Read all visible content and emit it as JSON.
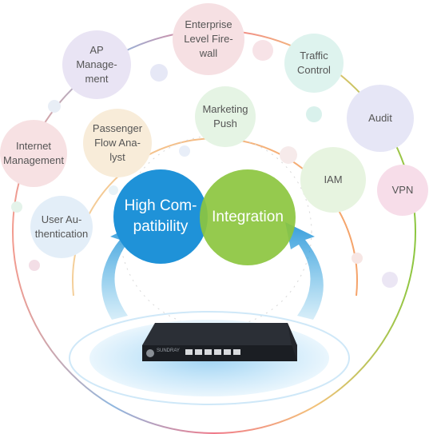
{
  "center": {
    "left_label": "High Com-\npatibility",
    "right_label": "Integration",
    "colors": {
      "left": "#1f92d8",
      "right": "#8cc63f"
    }
  },
  "features": {
    "enterprise_firewall": "Enterprise Level Fire-wall",
    "ap_management": "AP Manage-ment",
    "traffic_control": "Traffic Control",
    "audit": "Audit",
    "internet_management": "Internet Management",
    "passenger_flow": "Passenger Flow Ana-lyst",
    "marketing_push": "Marketing Push",
    "iam": "IAM",
    "vpn": "VPN",
    "user_authentication": "User Au-thentication"
  },
  "device": {
    "brand": "SUNDRAY"
  }
}
